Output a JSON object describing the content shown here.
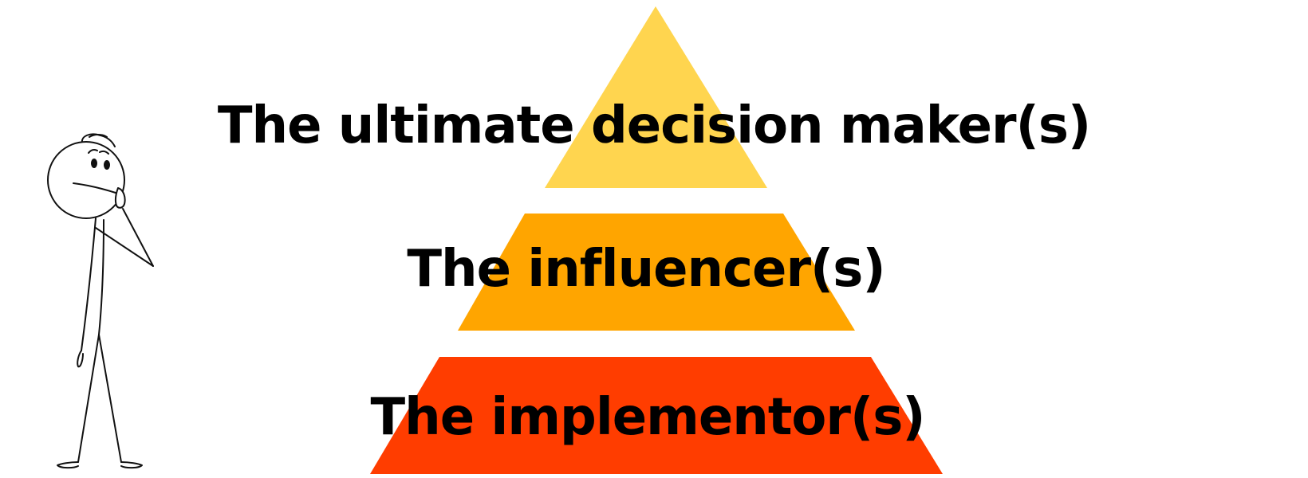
{
  "pyramid": {
    "tiers": [
      {
        "label": "The ultimate decision maker(s)",
        "color": "#FFD54F"
      },
      {
        "label": "The influencer(s)",
        "color": "#FFA500"
      },
      {
        "label": "The implementor(s)",
        "color": "#FF3D00"
      }
    ]
  },
  "figure": {
    "icon": "thinking-stick-figure"
  }
}
